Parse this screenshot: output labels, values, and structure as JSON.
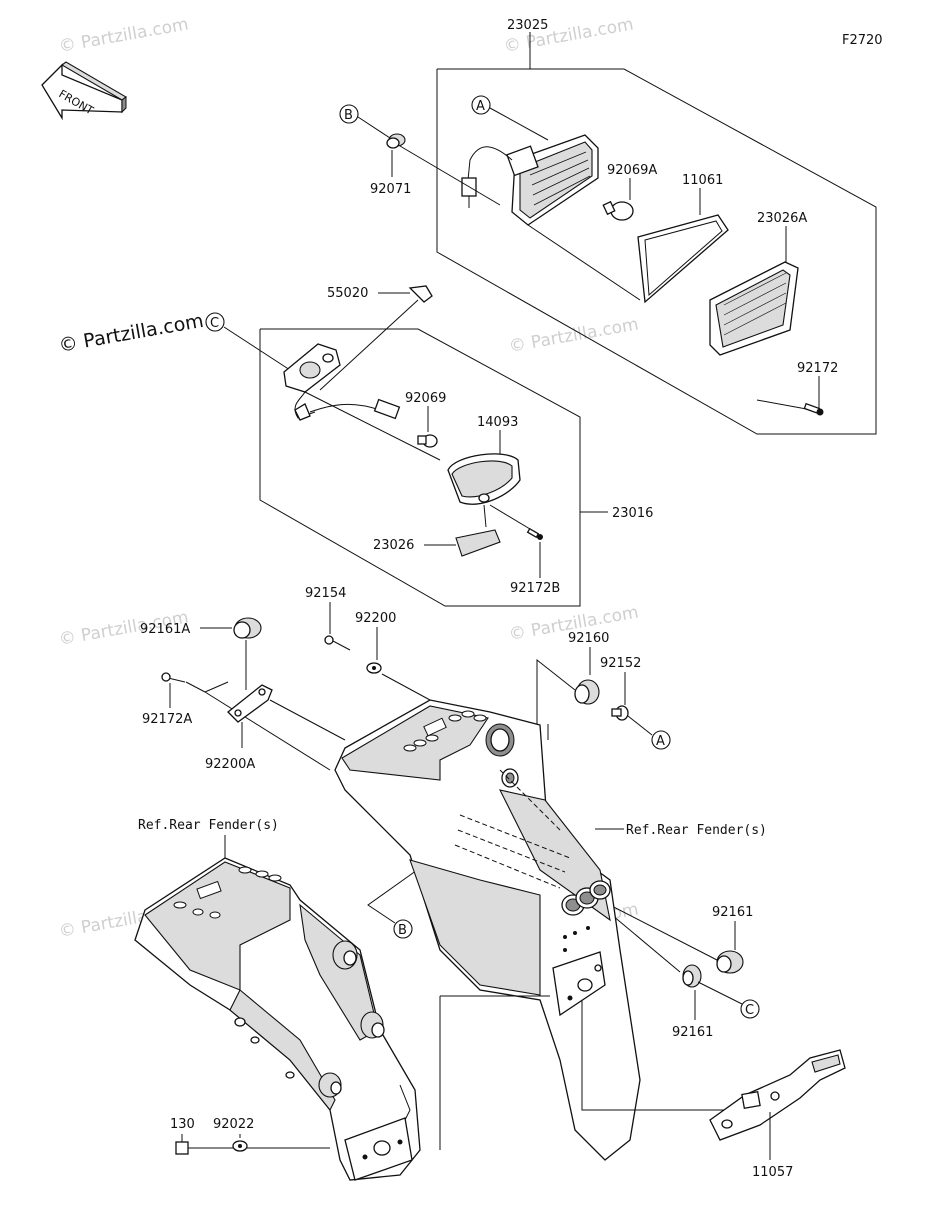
{
  "diagram": {
    "figure_code": "F2720",
    "front_label": "FRONT",
    "watermark": "© Partzilla.com",
    "watermark_main": "© Partzilla.com",
    "callouts": {
      "a": "A",
      "b": "B",
      "c": "C"
    },
    "parts": {
      "p23025": "23025",
      "p92071": "92071",
      "p92069A": "92069A",
      "p11061": "11061",
      "p23026A": "23026A",
      "p92172": "92172",
      "p55020": "55020",
      "p92069": "92069",
      "p14093": "14093",
      "p23016": "23016",
      "p23026": "23026",
      "p92172B": "92172B",
      "p92154": "92154",
      "p92161A": "92161A",
      "p92200": "92200",
      "p92160": "92160",
      "p92152": "92152",
      "p92172A": "92172A",
      "p92200A": "92200A",
      "p92161_top": "92161",
      "p92161_bottom": "92161",
      "p130": "130",
      "p92022": "92022",
      "p11057": "11057"
    },
    "references": {
      "rear_fender_left": "Ref.Rear Fender(s)",
      "rear_fender_right": "Ref.Rear Fender(s)"
    }
  }
}
